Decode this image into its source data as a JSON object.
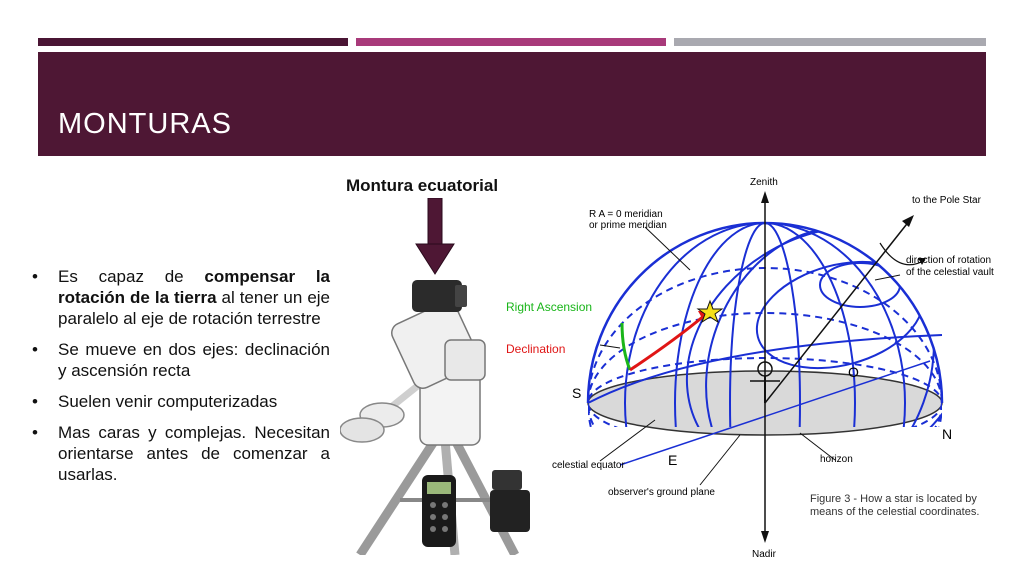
{
  "slide": {
    "title": "MONTURAS",
    "caption": "Montura ecuatorial",
    "bullets": [
      {
        "pre": "Es capaz de ",
        "bold": "compensar la rotación de la tierra",
        "post": " al tener un eje paralelo al eje de rotación terrestre"
      },
      {
        "pre": "Se mueve en dos ejes: declinación y ascensión recta",
        "bold": "",
        "post": ""
      },
      {
        "pre": "Suelen venir computerizadas",
        "bold": "",
        "post": ""
      },
      {
        "pre": "Mas caras y complejas. Necesitan orientarse antes de comenzar a usarlas.",
        "bold": "",
        "post": ""
      }
    ]
  },
  "diagram": {
    "zenith": "Zenith",
    "pole_star": "to the Pole Star",
    "ra0_line1": "R A = 0  meridian",
    "ra0_line2": "or prime meridian",
    "right_ascension": "Right Ascension",
    "declination": "Declination",
    "rotation_line1": "direction of rotation",
    "rotation_line2": "of the celestial vault",
    "s": "S",
    "n": "N",
    "e": "E",
    "o": "O",
    "celestial_equator": "celestial equator",
    "horizon": "horizon",
    "ground_plane": "observer's ground plane",
    "figure_line1": "Figure 3 - How a star is located by",
    "figure_line2": "means of the celestial coordinates.",
    "nadir": "Nadir"
  },
  "colors": {
    "header": "#4e1734",
    "bar1": "#4a1534",
    "bar2": "#a83a7a",
    "bar3": "#a9a9b0",
    "arrow": "#4e1734",
    "grid": "#1a2fd4",
    "ra": "#19b519",
    "dec": "#e01515"
  }
}
